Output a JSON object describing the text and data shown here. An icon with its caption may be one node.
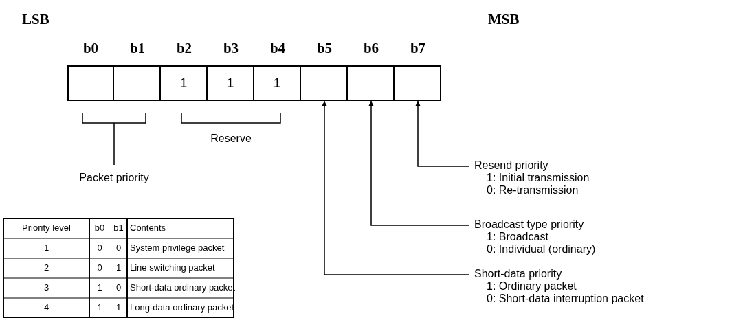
{
  "diagram": {
    "nodes": [
      {
        "text": [],
        "shape": "box"
      },
      {
        "text": [],
        "shape": "box"
      },
      {
        "text": [
          "1"
        ]
      },
      {
        "text": [
          "1"
        ]
      },
      {
        "text": [
          "1"
        ]
      },
      {
        "text": [],
        "shape": "box"
      },
      {
        "text": [],
        "shape": "box"
      },
      {
        "text": [],
        "shape": "box"
      },
      {
        "text": [
          "Resend priority",
          "1: Initial transmission",
          "0: Re-transmission"
        ]
      },
      {
        "text": [
          "Broadcast type priority",
          "1: Broadcast",
          "0: Individual (ordinary)"
        ]
      },
      {
        "text": [
          "Short-data priority",
          "1: Ordinary packet",
          "0: Short-data interruption packet"
        ]
      }
    ],
    "edges": [
      {
        "from": 8,
        "to": 7,
        "arrow": "to"
      },
      {
        "from": 9,
        "to": 6,
        "arrow": "to"
      },
      {
        "from": 10,
        "to": 5,
        "arrow": "to"
      }
    ],
    "labels": [
      "LSB",
      "MSB",
      "b0",
      "b1",
      "b2",
      "b3",
      "b4",
      "b5",
      "b6",
      "b7",
      "Packet priority",
      "Reserve",
      "Priority level",
      "b0",
      "b1",
      "Contents",
      "1",
      "0",
      "0",
      "System privilege packet",
      "2",
      "0",
      "1",
      "Line switching packet",
      "3",
      "1",
      "0",
      "Short-data ordinary packet",
      "4",
      "1",
      "1",
      "Long-data ordinary packet"
    ]
  }
}
